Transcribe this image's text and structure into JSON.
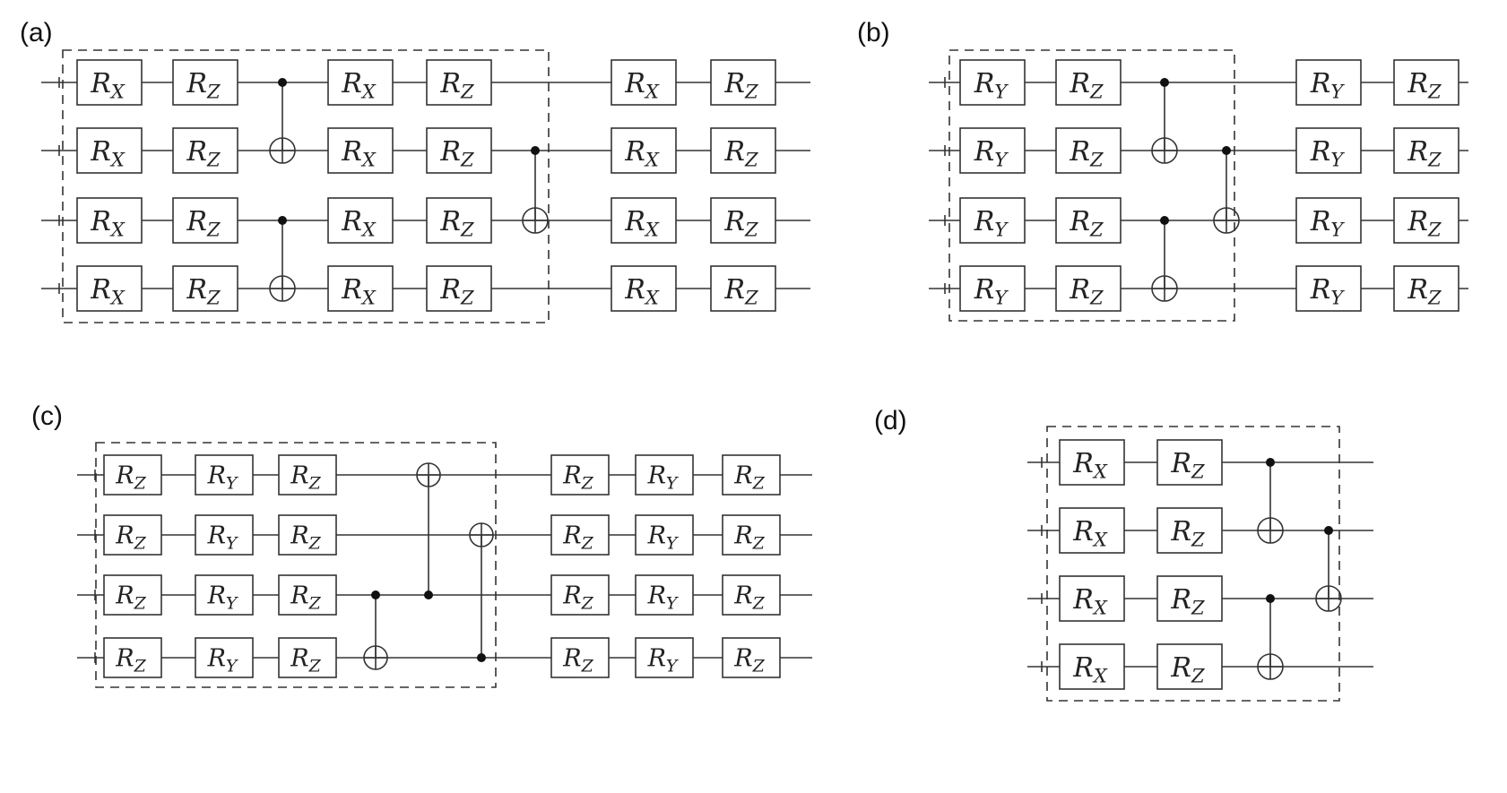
{
  "panels": [
    {
      "label": "(a)",
      "gates": [
        [
          "R",
          "X"
        ],
        [
          "R",
          "Z"
        ],
        [
          "R",
          "X"
        ],
        [
          "R",
          "Z"
        ],
        [
          "R",
          "X"
        ],
        [
          "R",
          "Z"
        ]
      ]
    },
    {
      "label": "(b)",
      "gates": [
        [
          "R",
          "Y"
        ],
        [
          "R",
          "Z"
        ],
        [
          "R",
          "Y"
        ],
        [
          "R",
          "Z"
        ]
      ]
    },
    {
      "label": "(c)",
      "gates": [
        [
          "R",
          "Z"
        ],
        [
          "R",
          "Y"
        ],
        [
          "R",
          "Z"
        ],
        [
          "R",
          "Z"
        ],
        [
          "R",
          "Y"
        ],
        [
          "R",
          "Z"
        ]
      ]
    },
    {
      "label": "(d)",
      "gates": [
        [
          "R",
          "X"
        ],
        [
          "R",
          "Z"
        ]
      ]
    }
  ]
}
